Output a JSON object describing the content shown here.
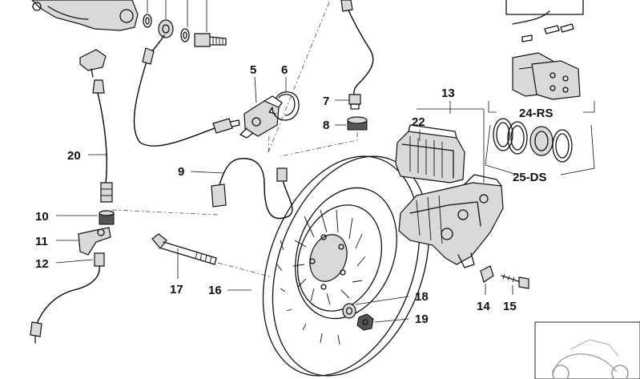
{
  "diagram": {
    "labels": {
      "p5": "5",
      "p6": "6",
      "p7": "7",
      "p8": "8",
      "p9": "9",
      "p10": "10",
      "p11": "11",
      "p12": "12",
      "p13": "13",
      "p14": "14",
      "p15": "15",
      "p16": "16",
      "p17": "17",
      "p18": "18",
      "p19": "19",
      "p20": "20",
      "p22": "22",
      "p24": "24-RS",
      "p25": "25-DS"
    },
    "colors": {
      "line": "#111111",
      "shade": "#d9d9d9",
      "dark": "#555555",
      "background": "#ffffff"
    }
  }
}
